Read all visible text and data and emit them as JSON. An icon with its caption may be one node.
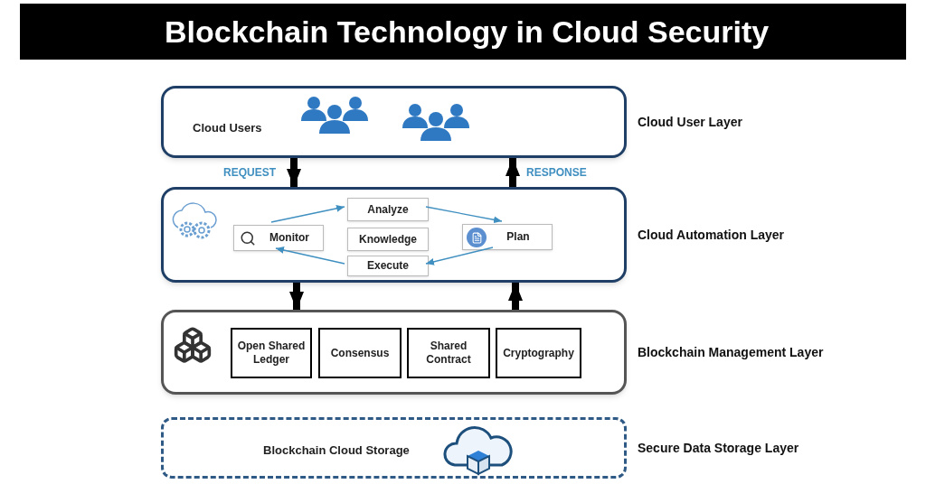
{
  "diagram": {
    "title": "Blockchain Technology in Cloud Security",
    "nodes": [
      {
        "text": [
          "Cloud Users"
        ],
        "beside": [
          "Cloud User Layer"
        ]
      },
      {
        "text": [],
        "shape": "box",
        "beside": [
          "Cloud Automation Layer"
        ]
      },
      {
        "text": [
          "Monitor"
        ],
        "in": 1
      },
      {
        "text": [
          "Analyze"
        ],
        "in": 1
      },
      {
        "text": [
          "Knowledge"
        ],
        "in": 1
      },
      {
        "text": [
          "Plan"
        ],
        "in": 1
      },
      {
        "text": [
          "Execute"
        ],
        "in": 1
      },
      {
        "text": [],
        "shape": "box",
        "beside": [
          "Blockchain Management Layer"
        ]
      },
      {
        "text": [
          "Open Shared Ledger"
        ],
        "in": 7
      },
      {
        "text": [
          "Consensus"
        ],
        "in": 7
      },
      {
        "text": [
          "Shared Contract"
        ],
        "in": 7
      },
      {
        "text": [
          "Cryptography"
        ],
        "in": 7
      },
      {
        "text": [
          "Blockchain Cloud Storage"
        ],
        "beside": [
          "Secure Data Storage Layer"
        ]
      }
    ],
    "edges": [
      {
        "from": 0,
        "to": 1,
        "arrow": "to",
        "label": "REQUEST",
        "style": "thick"
      },
      {
        "from": 1,
        "to": 0,
        "arrow": "to",
        "label": "RESPONSE",
        "style": "thick"
      },
      {
        "from": 2,
        "to": 3,
        "arrow": "to",
        "color": "#3f8fc0"
      },
      {
        "from": 3,
        "to": 5,
        "arrow": "to",
        "color": "#3f8fc0"
      },
      {
        "from": 5,
        "to": 6,
        "arrow": "to",
        "color": "#3f8fc0"
      },
      {
        "from": 6,
        "to": 2,
        "arrow": "to",
        "color": "#3f8fc0"
      },
      {
        "from": 1,
        "to": 7,
        "arrow": "to",
        "style": "thick"
      },
      {
        "from": 7,
        "to": 1,
        "arrow": "to",
        "style": "thick"
      }
    ]
  }
}
